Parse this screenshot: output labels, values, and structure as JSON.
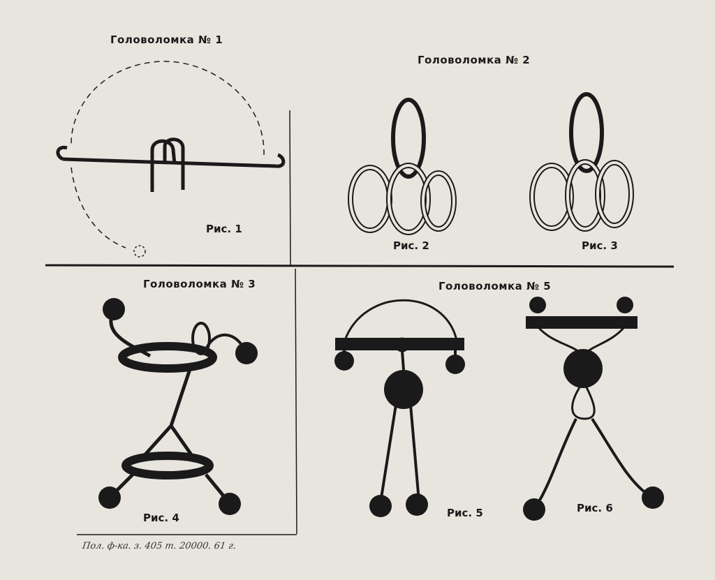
{
  "puzzles": [
    {
      "title": "Головоломка № 1",
      "figures": [
        "Рис. 1"
      ]
    },
    {
      "title": "Головоломка № 2",
      "figures": [
        "Рис. 2",
        "Рис. 3"
      ]
    },
    {
      "title": "Головоломка № 3",
      "figures": [
        "Рис. 4"
      ]
    },
    {
      "title": "Головоломка № 5",
      "figures": [
        "Рис. 5",
        "Рис. 6"
      ]
    }
  ],
  "footer": "Пол. ф-ка. з. 405 т. 20000. 61 г.",
  "colors": {
    "paper": "#e8e5df",
    "ink": "#1a1a1a"
  }
}
